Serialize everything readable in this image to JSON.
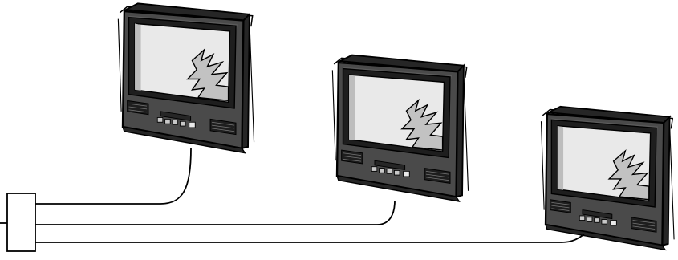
{
  "diagram": {
    "televisions": [
      {
        "id": "tv-1"
      },
      {
        "id": "tv-2"
      },
      {
        "id": "tv-3"
      }
    ],
    "splitter": {
      "inputs": 1,
      "outputs": 3
    },
    "colors": {
      "line": "#000000",
      "cabinet": "#4a4a4a",
      "cabinet_dark": "#262626",
      "cabinet_light": "#6e6e6e",
      "bezel": "#1e1e1e",
      "screen": "#e9e9e9",
      "screen_glare": "#c2c2c2",
      "screen_shadow": "#bdbdbd",
      "background": "#ffffff"
    }
  }
}
